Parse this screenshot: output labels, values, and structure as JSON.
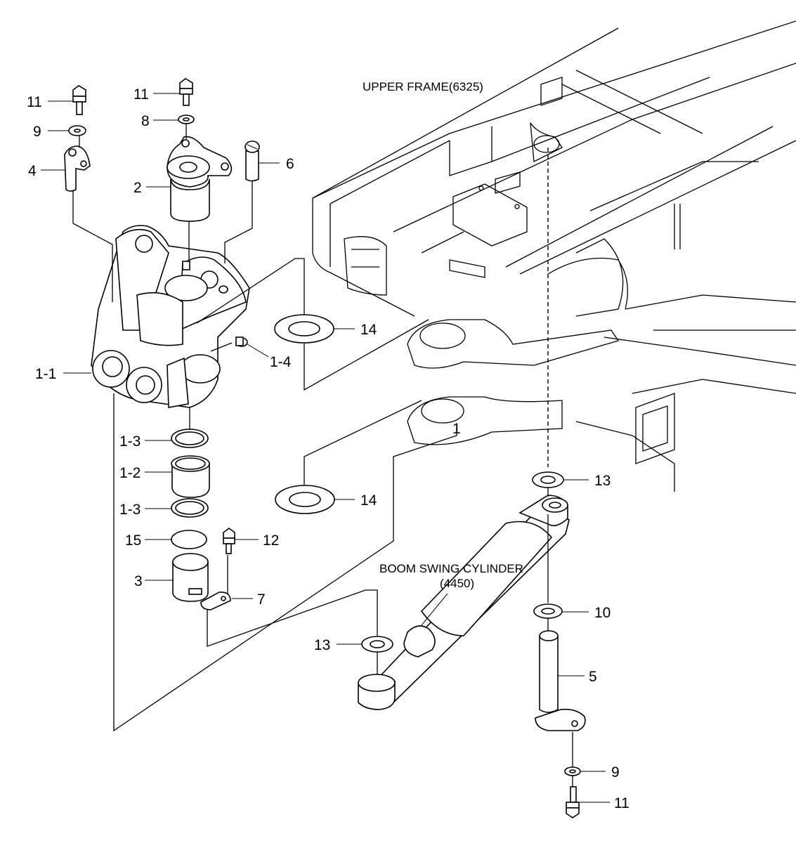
{
  "labels": {
    "upper_frame": "UPPER FRAME(6325)",
    "boom_swing_cylinder": "BOOM SWING CYLINDER",
    "boom_swing_cylinder_code": "(4450)"
  },
  "callouts": {
    "c11_left": "11",
    "c9_left": "9",
    "c4": "4",
    "c11_top": "11",
    "c8": "8",
    "c2": "2",
    "c6": "6",
    "c1_1": "1-1",
    "c1_4": "1-4",
    "c14_upper": "14",
    "c1_3_upper": "1-3",
    "c1_2": "1-2",
    "c1_3_lower": "1-3",
    "c15": "15",
    "c12": "12",
    "c3": "3",
    "c7": "7",
    "c14_lower": "14",
    "c1": "1",
    "c13_right": "13",
    "c10": "10",
    "c13_lower": "13",
    "c5": "5",
    "c9_right": "9",
    "c11_right": "11"
  }
}
